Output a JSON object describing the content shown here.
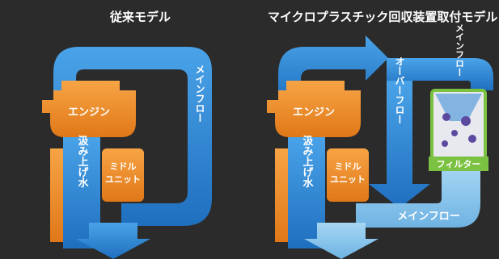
{
  "left": {
    "title": "従来モデル",
    "engine_label": "エンジン",
    "middle_unit_line1": "ミドル",
    "middle_unit_line2": "ユニット",
    "intake_water": "汲み上げ水",
    "main_flow": "メインフロー"
  },
  "right": {
    "title": "マイクロプラスチック回収装置取付モデル",
    "engine_label": "エンジン",
    "middle_unit_line1": "ミドル",
    "middle_unit_line2": "ユニット",
    "intake_water": "汲み上げ水",
    "overflow": "オーバーフロー",
    "main_flow_vertical": "メインフロー",
    "filter": "フィルター",
    "main_flow_bottom": "メインフロー"
  },
  "colors": {
    "background": "#2b2b2b",
    "engine_orange": "#f08a24",
    "flow_blue": "#2f86d3",
    "flow_light_blue": "#8cc8ee",
    "filter_green": "#7cc242"
  }
}
